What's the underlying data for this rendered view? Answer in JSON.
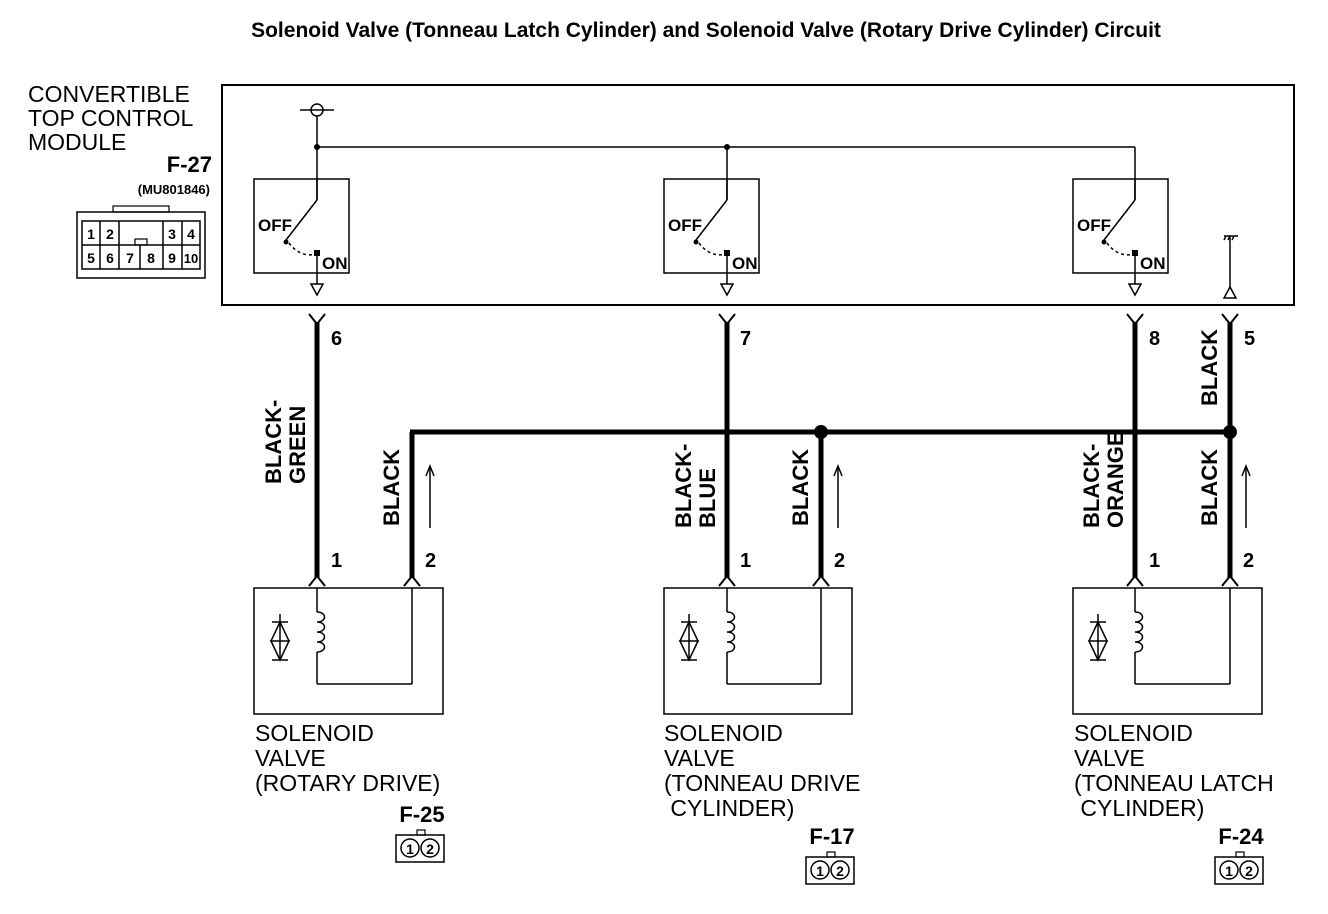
{
  "title": "Solenoid Valve (Tonneau Latch Cylinder) and Solenoid Valve (Rotary Drive Cylinder) Circuit",
  "module": {
    "name_lines": [
      "CONVERTIBLE",
      "TOP CONTROL",
      "MODULE"
    ],
    "connector_id": "F-27",
    "connector_part": "(MU801846)",
    "connector_pins_top": [
      "1",
      "2",
      "3",
      "4"
    ],
    "connector_pins_bottom": [
      "5",
      "6",
      "7",
      "8",
      "9",
      "10"
    ]
  },
  "switches": [
    {
      "off_label": "OFF",
      "on_label": "ON"
    },
    {
      "off_label": "OFF",
      "on_label": "ON"
    },
    {
      "off_label": "OFF",
      "on_label": "ON"
    }
  ],
  "module_pins": [
    "6",
    "7",
    "8",
    "5"
  ],
  "wires": {
    "w6_lines": [
      "BLACK-",
      "GREEN"
    ],
    "w7_lines": [
      "BLACK-",
      "BLUE"
    ],
    "w8_lines": [
      "BLACK-",
      "ORANGE"
    ],
    "w5": "BLACK",
    "ret1": "BLACK",
    "ret2": "BLACK",
    "ret3": "BLACK"
  },
  "valves": [
    {
      "pin1": "1",
      "pin2": "2",
      "label_lines": [
        "SOLENOID",
        "VALVE",
        "(ROTARY DRIVE)"
      ],
      "connector_id": "F-25",
      "conn_pins": [
        "1",
        "2"
      ]
    },
    {
      "pin1": "1",
      "pin2": "2",
      "label_lines": [
        "SOLENOID",
        "VALVE",
        "(TONNEAU DRIVE",
        " CYLINDER)"
      ],
      "connector_id": "F-17",
      "conn_pins": [
        "1",
        "2"
      ]
    },
    {
      "pin1": "1",
      "pin2": "2",
      "label_lines": [
        "SOLENOID",
        "VALVE",
        "(TONNEAU LATCH",
        " CYLINDER)"
      ],
      "connector_id": "F-24",
      "conn_pins": [
        "1",
        "2"
      ]
    }
  ]
}
